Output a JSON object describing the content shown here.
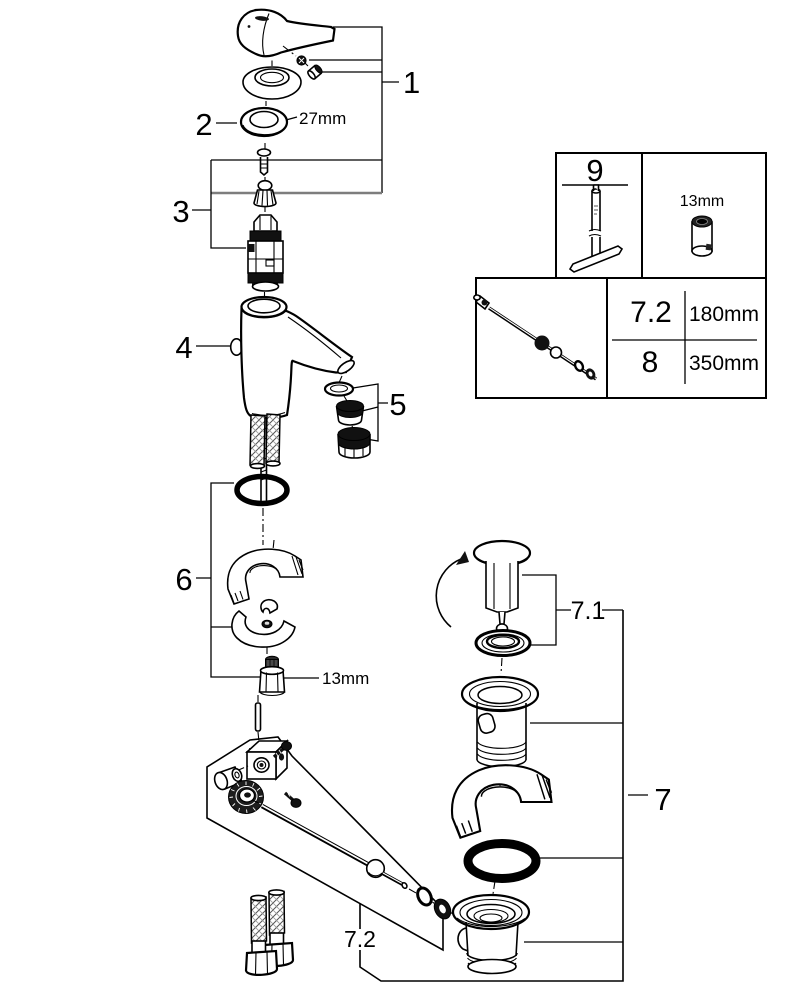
{
  "figure": {
    "type": "exploded-parts-diagram",
    "subject": "single-lever-basin-faucet-with-popup-waste",
    "callouts": {
      "c1": "1",
      "c2": "2",
      "c3": "3",
      "c4": "4",
      "c5": "5",
      "c6": "6",
      "c7": "7",
      "c7_1": "7.1",
      "c7_2": "7.2"
    },
    "dimensions": {
      "ring": "27mm",
      "nut": "13mm"
    },
    "info_panel": {
      "tool_callout": "9",
      "socket_size": "13mm",
      "table": {
        "rows": [
          {
            "part": "7.2",
            "length": "180mm"
          },
          {
            "part": "8",
            "length": "350mm"
          }
        ]
      }
    }
  }
}
